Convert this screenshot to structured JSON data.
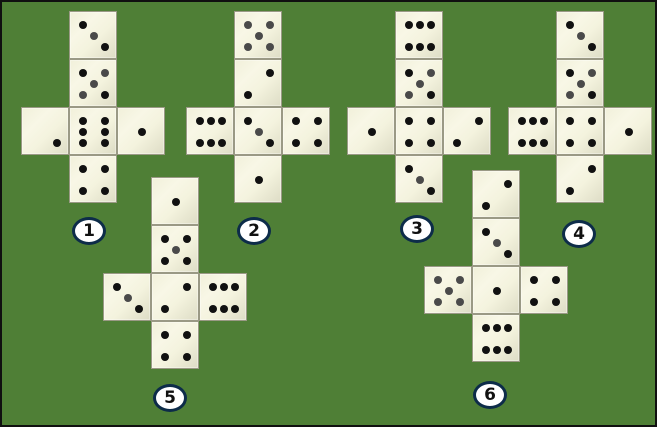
{
  "figure": {
    "background_color": "#4f7f36",
    "die_face_color": "#f6f5e2",
    "pip_color": "#111111",
    "badge_border_color": "#0d2c49"
  },
  "nets": [
    {
      "label": "1",
      "faces": [
        {
          "pips": [
            0,
            4,
            8
          ],
          "shade": [
            4
          ]
        },
        {
          "pips": [
            0,
            2,
            4,
            6,
            8
          ],
          "shade": [
            2,
            4,
            6
          ]
        },
        {
          "pips": [
            8
          ]
        },
        {
          "pips": [
            0,
            2,
            3,
            5,
            6,
            8
          ]
        },
        {
          "pips": [
            4
          ]
        },
        {
          "pips": [
            0,
            2,
            6,
            8
          ]
        }
      ]
    },
    {
      "label": "2",
      "faces": [
        {
          "pips": [
            0,
            2,
            4,
            6,
            8
          ],
          "shade": [
            0,
            2,
            4,
            6,
            8
          ]
        },
        {
          "pips": [
            2,
            6
          ]
        },
        {
          "pips": [
            0,
            1,
            2,
            6,
            7,
            8
          ]
        },
        {
          "pips": [
            0,
            4,
            8
          ],
          "shade": [
            4
          ]
        },
        {
          "pips": [
            0,
            2,
            6,
            8
          ]
        },
        {
          "pips": [
            4
          ]
        }
      ]
    },
    {
      "label": "3",
      "faces": [
        {
          "pips": [
            0,
            1,
            2,
            6,
            7,
            8
          ]
        },
        {
          "pips": [
            0,
            2,
            4,
            6,
            8
          ],
          "shade": [
            2,
            4,
            6
          ]
        },
        {
          "pips": [
            4
          ]
        },
        {
          "pips": [
            0,
            2,
            6,
            8
          ]
        },
        {
          "pips": [
            2,
            6
          ]
        },
        {
          "pips": [
            0,
            4,
            8
          ],
          "shade": [
            4
          ]
        }
      ]
    },
    {
      "label": "4",
      "faces": [
        {
          "pips": [
            0,
            4,
            8
          ],
          "shade": [
            4
          ]
        },
        {
          "pips": [
            0,
            2,
            4,
            6,
            8
          ],
          "shade": [
            2,
            4,
            6
          ]
        },
        {
          "pips": [
            0,
            1,
            2,
            6,
            7,
            8
          ]
        },
        {
          "pips": [
            0,
            2,
            6,
            8
          ]
        },
        {
          "pips": [
            4
          ]
        },
        {
          "pips": [
            2,
            6
          ]
        }
      ]
    },
    {
      "label": "5",
      "faces": [
        {
          "pips": [
            4
          ]
        },
        {
          "pips": [
            0,
            2,
            4,
            6,
            8
          ],
          "shade": [
            4
          ]
        },
        {
          "pips": [
            0,
            4,
            8
          ],
          "shade": [
            4
          ]
        },
        {
          "pips": [
            2,
            6
          ]
        },
        {
          "pips": [
            0,
            1,
            2,
            6,
            7,
            8
          ]
        },
        {
          "pips": [
            0,
            2,
            6,
            8
          ]
        }
      ]
    },
    {
      "label": "6",
      "faces": [
        {
          "pips": [
            2,
            6
          ]
        },
        {
          "pips": [
            0,
            4,
            8
          ],
          "shade": [
            4
          ]
        },
        {
          "pips": [
            0,
            2,
            4,
            6,
            8
          ],
          "shade": [
            0,
            2,
            4,
            6,
            8
          ]
        },
        {
          "pips": [
            4
          ]
        },
        {
          "pips": [
            0,
            2,
            6,
            8
          ]
        },
        {
          "pips": [
            0,
            1,
            2,
            6,
            7,
            8
          ]
        }
      ]
    }
  ]
}
